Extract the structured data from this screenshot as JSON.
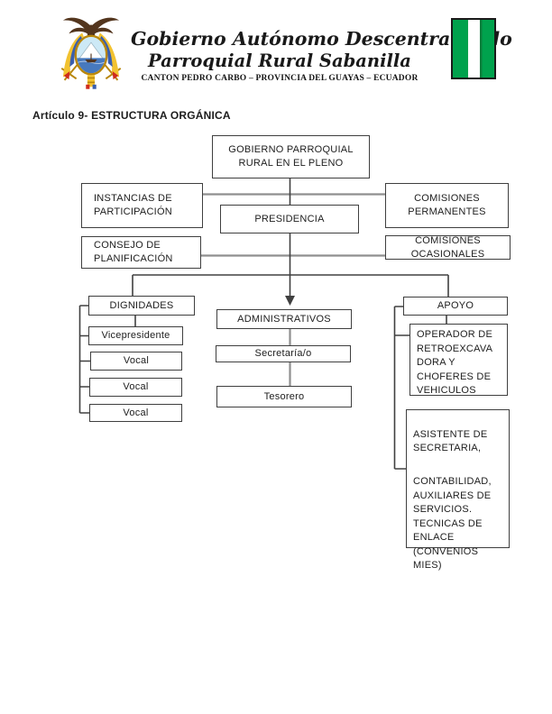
{
  "theme": {
    "flag-green": "#00a24d",
    "arms-gold": "#f2c230",
    "arms-gold-dark": "#b8860b",
    "arms-blue": "#3a5fae",
    "arms-red": "#cf2b1e",
    "arms-brown": "#53351d",
    "arms-sky": "#cde9f6",
    "arms-sea": "#4779bd",
    "line-dark": "#404040",
    "line-light": "#8f8f8f",
    "box-border": "#3f3f3f",
    "ink": "#1f1f1f"
  },
  "header": {
    "title_line1": "Gobierno Autónomo Descentralizado",
    "title_line2": "Parroquial Rural Sabanilla",
    "subtitle": "CANTON PEDRO CARBO – PROVINCIA DEL GUAYAS – ECUADOR",
    "coat_of_arms_icon": "ecuador-coat-of-arms",
    "flag_icon": "sabanilla-green-white-green-flag"
  },
  "section_heading": "Artículo 9- ESTRUCTURA ORGÁNICA",
  "org_chart": {
    "nodes": {
      "pleno": "GOBIERNO PARROQUIAL\nRURAL EN EL PLENO",
      "instancias": "INSTANCIAS DE\nPARTICIPACIÓN",
      "presidencia": "PRESIDENCIA",
      "permanentes": "COMISIONES\nPERMANENTES",
      "consejo": "CONSEJO DE\nPLANIFICACIÓN",
      "ocasionales": "COMISIONES\nOCASIONALES",
      "dignidades": "DIGNIDADES",
      "vicepresidente": "Vicepresidente",
      "vocal1": "Vocal",
      "vocal2": "Vocal",
      "vocal3": "Vocal",
      "administrativos": "ADMINISTRATIVOS",
      "secretaria": "Secretaría/o",
      "tesorero": "Tesorero",
      "apoyo": "APOYO",
      "operador": "OPERADOR DE\nRETROEXCAVA\nDORA Y\nCHOFERES DE\nVEHICULOS",
      "asistente_p1": "ASISTENTE DE\nSECRETARIA,",
      "asistente_p2": "CONTABILIDAD,\nAUXILIARES DE\nSERVICIOS.\nTECNICAS DE\nENLACE\n(CONVENIOS\nMIES)"
    }
  }
}
